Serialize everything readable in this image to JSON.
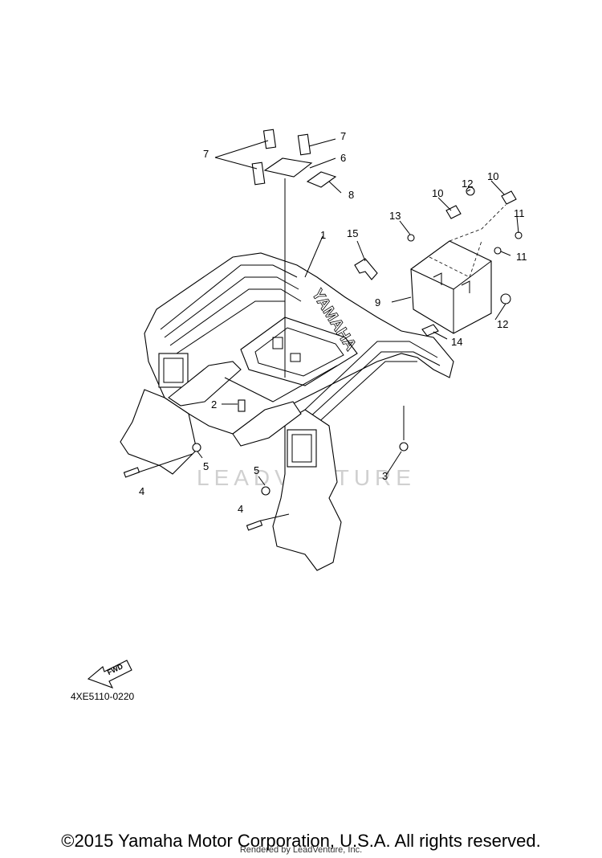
{
  "diagram": {
    "code": "4XE5110-0220",
    "watermark": "LEADVENTURE",
    "emboss_text": "YAMAHA",
    "fwd_label": "FWD",
    "part_labels": {
      "p1": "1",
      "p2": "2",
      "p3": "3",
      "p4a": "4",
      "p4b": "4",
      "p5a": "5",
      "p5b": "5",
      "p6": "6",
      "p7a": "7",
      "p7b": "7",
      "p8": "8",
      "p9": "9",
      "p10a": "10",
      "p10b": "10",
      "p11a": "11",
      "p11b": "11",
      "p12a": "12",
      "p12b": "12",
      "p13": "13",
      "p14": "14",
      "p15": "15"
    }
  },
  "footer": {
    "copyright": "©2015 Yamaha Motor Corporation, U.S.A. All rights reserved.",
    "rendered_by": "Rendered by LeadVenture, Inc."
  }
}
